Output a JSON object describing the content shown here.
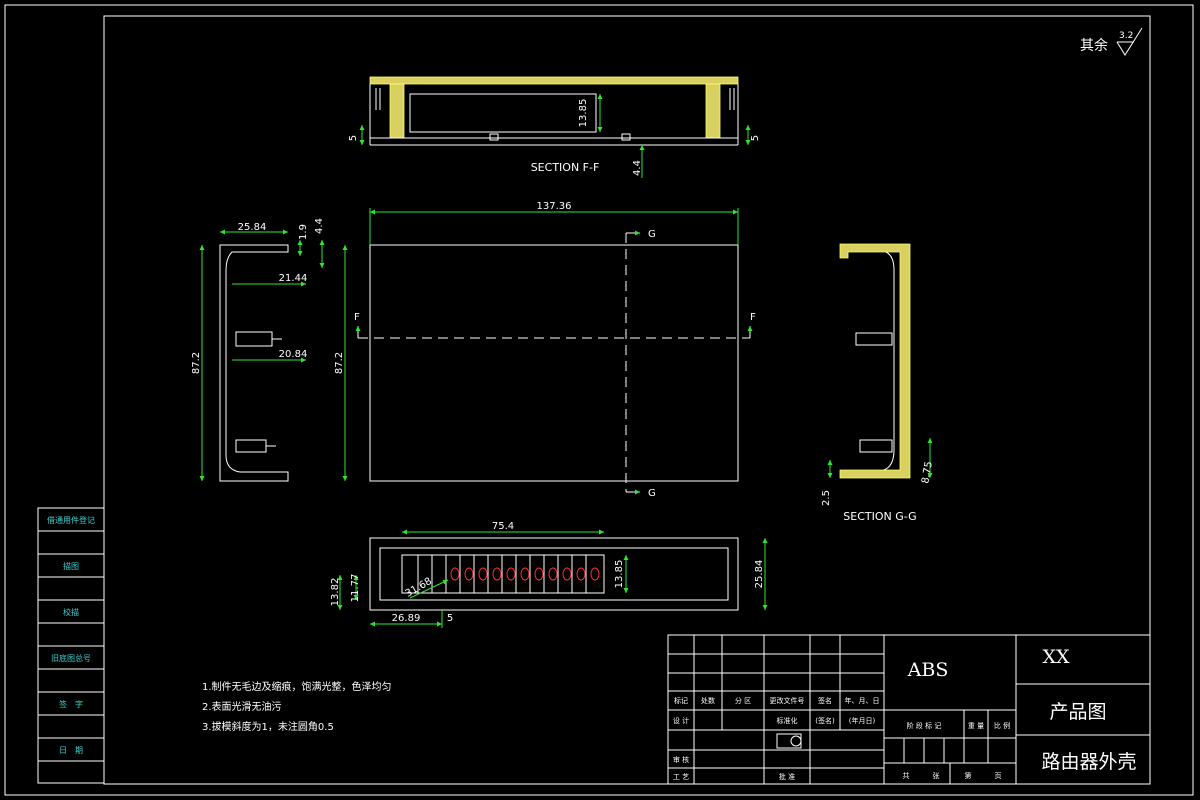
{
  "drawing": {
    "surface_symbol": {
      "label": "其余",
      "value": "3.2"
    },
    "section_ff": {
      "title": "SECTION F-F",
      "dims": [
        "13.85",
        "5",
        "5",
        "4.4"
      ]
    },
    "plan_view": {
      "dims": [
        "137.36",
        "87.2"
      ],
      "cut_labels": [
        "G",
        "G",
        "F",
        "F"
      ]
    },
    "side_view": {
      "dims": [
        "25.84",
        "1.9",
        "4.4",
        "21.44",
        "20.84",
        "87.2"
      ]
    },
    "section_gg": {
      "title": "SECTION G-G",
      "dims": [
        "2.5",
        "8.75"
      ]
    },
    "bottom_view": {
      "dims": [
        "75.4",
        "13.82",
        "11.77",
        "31.68",
        "26.89",
        "5",
        "13.85",
        "25.84"
      ]
    }
  },
  "notes": [
    "1.制件无毛边及缩痕，饱满光整，色泽均匀",
    "2.表面光滑无油污",
    "3.拔模斜度为1，未注圆角0.5"
  ],
  "left_strip": [
    "借通用件登记",
    "描图",
    "校描",
    "旧底图总号",
    "签　字",
    "日　期"
  ],
  "title_block": {
    "material": "ABS",
    "code": "XX",
    "drawing_type": "产品图",
    "part_name": "路由器外壳",
    "header_labels": [
      "标记",
      "处数",
      "分 区",
      "更改文件号",
      "签名",
      "年、月、日"
    ],
    "row_design": "设 计",
    "row_standard": "标准化",
    "row_sign": "(签名)",
    "row_date": "(年月日)",
    "stage_labels": [
      "阶 段 标 记",
      "重 量",
      "比 例"
    ],
    "row_review": "审 核",
    "row_process": "工 艺",
    "row_approve": "批 准",
    "sheets": [
      "共",
      "张",
      "第",
      "页"
    ]
  }
}
